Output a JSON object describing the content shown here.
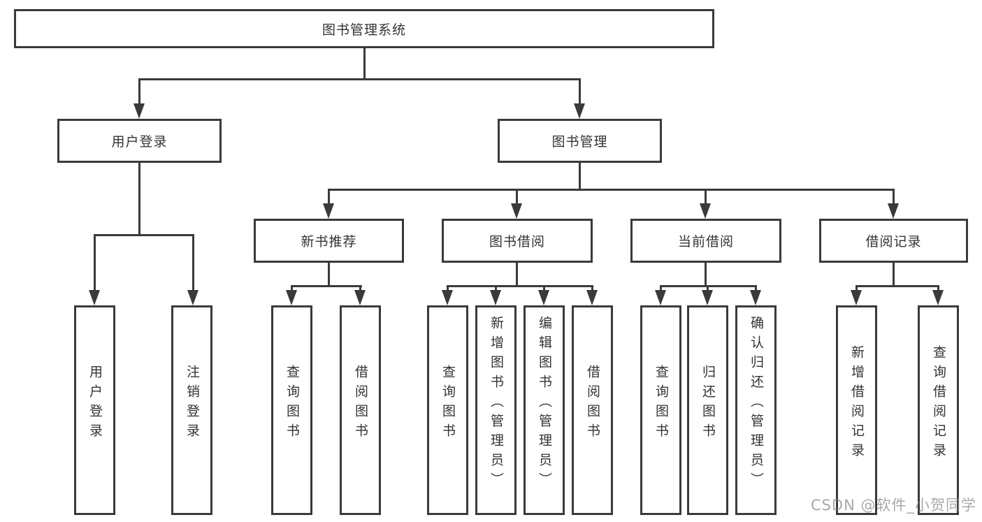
{
  "diagram": {
    "type": "hierarchy-tree",
    "colors": {
      "line": "#3a3a3a",
      "text": "#333333",
      "background": "#ffffff",
      "watermark": "#8c8c8c"
    },
    "watermark": "CSDN @软件_小贺同学",
    "tree": {
      "root": {
        "label": "图书管理系统",
        "children": [
          {
            "label": "用户登录",
            "children": [
              {
                "label": "用户登录"
              },
              {
                "label": "注销登录"
              }
            ]
          },
          {
            "label": "图书管理",
            "children": [
              {
                "label": "新书推荐",
                "children": [
                  {
                    "label": "查询图书"
                  },
                  {
                    "label": "借阅图书"
                  }
                ]
              },
              {
                "label": "图书借阅",
                "children": [
                  {
                    "label": "查询图书"
                  },
                  {
                    "label": "新增图书（管理员）"
                  },
                  {
                    "label": "编辑图书（管理员）"
                  },
                  {
                    "label": "借阅图书"
                  }
                ]
              },
              {
                "label": "当前借阅",
                "children": [
                  {
                    "label": "查询图书"
                  },
                  {
                    "label": "归还图书"
                  },
                  {
                    "label": "确认归还（管理员）"
                  }
                ]
              },
              {
                "label": "借阅记录",
                "children": [
                  {
                    "label": "新增借阅记录"
                  },
                  {
                    "label": "查询借阅记录"
                  }
                ]
              }
            ]
          }
        ]
      }
    }
  }
}
